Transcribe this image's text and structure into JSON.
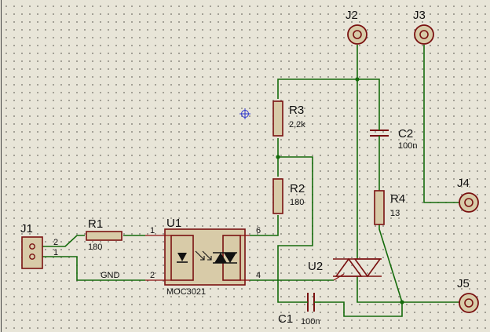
{
  "colors": {
    "background": "#e8e5d8",
    "wire": "#156b0c",
    "component_outline": "#7a1111",
    "component_fill": "#d8cba8",
    "cursor": "#2a33cc"
  },
  "labels": {
    "j1": "J1",
    "j2": "J2",
    "j3": "J3",
    "j4": "J4",
    "j5": "J5",
    "r1": "R1",
    "r1_value": "180",
    "r2": "R2",
    "r2_value": "180",
    "r3": "R3",
    "r3_value": "2,2k",
    "r4": "R4",
    "r4_value": "13",
    "c1": "C1",
    "c1_value": "100n",
    "c2": "C2",
    "c2_value": "100n",
    "u1": "U1",
    "u1_part": "MOC3021",
    "u2": "U2",
    "net_gnd": "GND"
  },
  "pins": {
    "j1_top": "2",
    "j1_bottom": "1",
    "u1_pin1": "1",
    "u1_pin2": "2",
    "u1_pin4": "4",
    "u1_pin6": "6"
  },
  "icons": {
    "cursor": "crosshair-circle-icon",
    "connector": "pcb-terminal-icon"
  }
}
